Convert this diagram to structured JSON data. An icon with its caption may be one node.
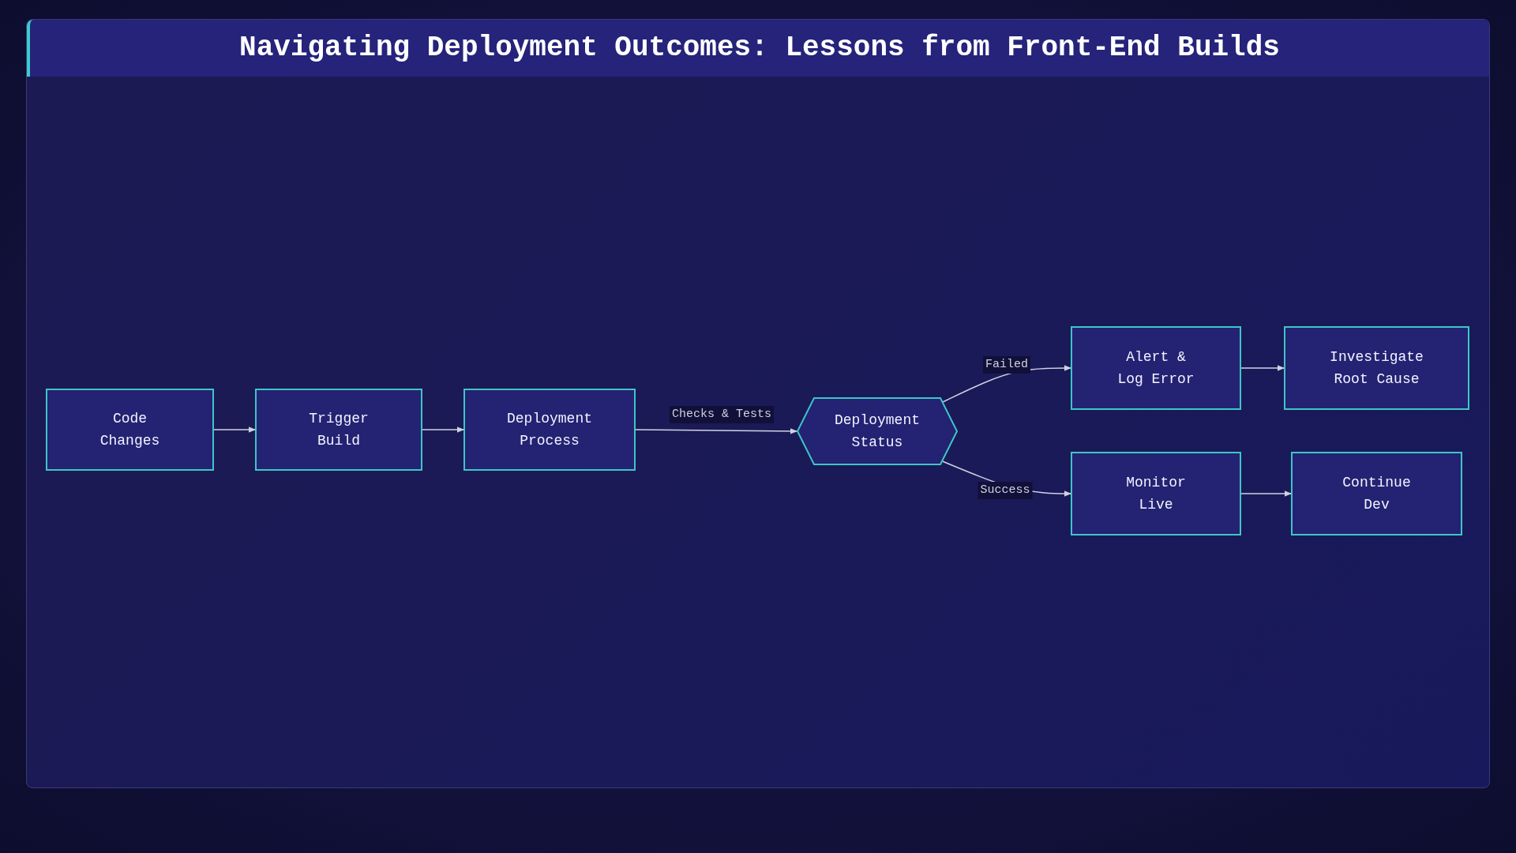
{
  "diagram": {
    "title": "Navigating Deployment Outcomes: Lessons from Front-End Builds",
    "nodes": [
      {
        "text": [
          "Code Changes"
        ]
      },
      {
        "text": [
          "Trigger Build"
        ]
      },
      {
        "text": [
          "Deployment Process"
        ]
      },
      {
        "text": [
          "Deployment Status"
        ]
      },
      {
        "text": [
          "Alert & Log Error"
        ]
      },
      {
        "text": [
          "Investigate Root Cause"
        ]
      },
      {
        "text": [
          "Monitor Live"
        ]
      },
      {
        "text": [
          "Continue Dev"
        ]
      }
    ],
    "edges": [
      {
        "from": 0,
        "to": 1,
        "arrow": "to"
      },
      {
        "from": 1,
        "to": 2,
        "arrow": "to"
      },
      {
        "from": 2,
        "to": 3,
        "arrow": "to",
        "label": "Checks & Tests"
      },
      {
        "from": 3,
        "to": 4,
        "arrow": "to",
        "label": "Failed"
      },
      {
        "from": 3,
        "to": 6,
        "arrow": "to",
        "label": "Success"
      },
      {
        "from": 4,
        "to": 5,
        "arrow": "to"
      },
      {
        "from": 6,
        "to": 7,
        "arrow": "to"
      }
    ]
  }
}
